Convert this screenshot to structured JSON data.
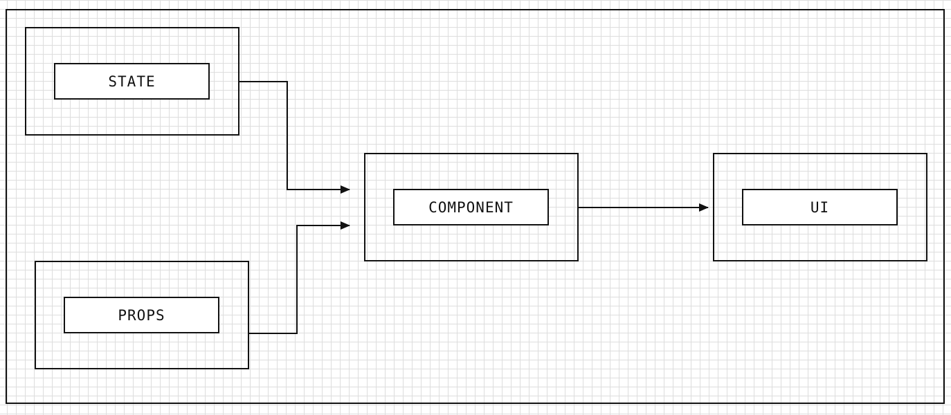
{
  "diagram": {
    "nodes": {
      "state": {
        "label": "STATE"
      },
      "props": {
        "label": "PROPS"
      },
      "component": {
        "label": "COMPONENT"
      },
      "ui": {
        "label": "UI"
      }
    },
    "edges": [
      {
        "from": "state",
        "to": "component"
      },
      {
        "from": "props",
        "to": "component"
      },
      {
        "from": "component",
        "to": "ui"
      }
    ],
    "colors": {
      "stroke": "#111111",
      "grid": "#dddddd",
      "background": "#ffffff"
    }
  }
}
